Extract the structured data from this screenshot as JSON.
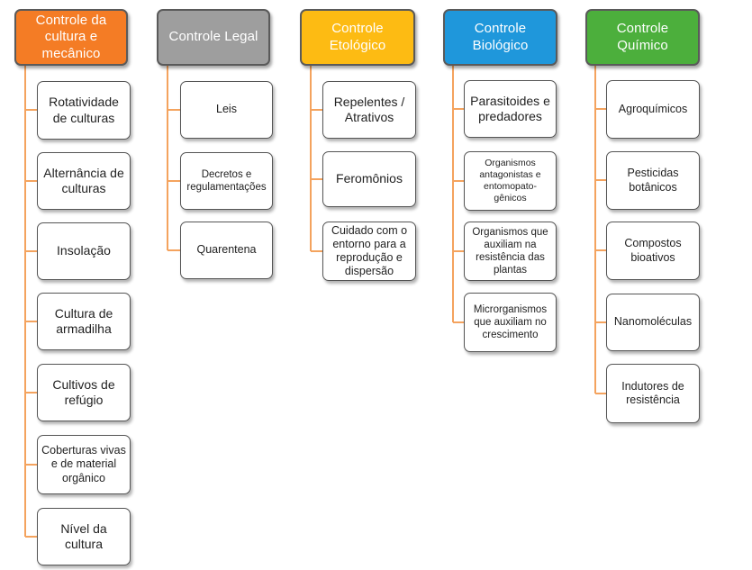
{
  "diagram": {
    "groups": [
      {
        "title": "Controle da cultura e mecânico",
        "color": "#f47c25",
        "items": [
          "Rotatividade de culturas",
          "Alternância de culturas",
          "Insolação",
          "Cultura de armadilha",
          "Cultivos de refúgio",
          "Coberturas vivas e de material orgânico",
          "Nível da cultura"
        ]
      },
      {
        "title": "Controle Legal",
        "color": "#9e9e9e",
        "items": [
          "Leis",
          "Decretos e regulamentações",
          "Quarentena"
        ]
      },
      {
        "title": "Controle Etológico",
        "color": "#fdbb13",
        "items": [
          "Repelentes / Atrativos",
          "Feromônios",
          "Cuidado com o entorno para a reprodução e dispersão"
        ]
      },
      {
        "title": "Controle Biológico",
        "color": "#1f97db",
        "items": [
          "Parasitoides e predadores",
          "Organismos antagonistas e entomopato-gênicos",
          "Organismos que auxiliam na resistência das plantas",
          "Microrganismos que auxiliam no crescimento"
        ]
      },
      {
        "title": "Controle Químico",
        "color": "#4caf3c",
        "items": [
          "Agroquímicos",
          "Pesticidas botânicos",
          "Compostos bioativos",
          "Nanomoléculas",
          "Indutores de resistência"
        ]
      }
    ],
    "connector_color": "#f4a35e"
  }
}
